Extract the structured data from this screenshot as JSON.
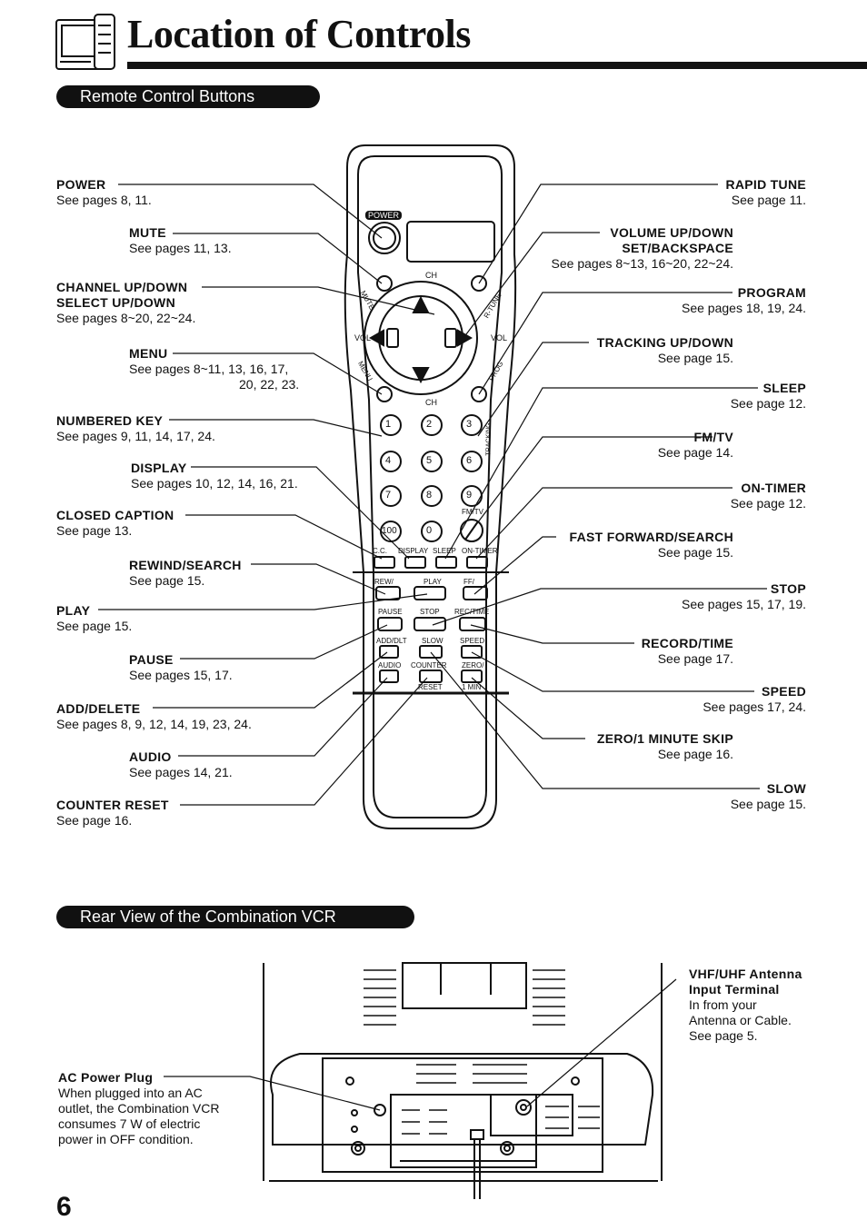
{
  "header": {
    "title": "Location of Controls"
  },
  "sections": {
    "remote": {
      "heading": "Remote Control Buttons"
    },
    "rear": {
      "heading": "Rear View of the Combination VCR"
    }
  },
  "remote_labels": {
    "power": {
      "name": "POWER",
      "ref": "See pages 8, 11."
    },
    "mute": {
      "name": "MUTE",
      "ref": "See pages 11, 13."
    },
    "channel": {
      "name1": "CHANNEL UP/DOWN",
      "name2": "SELECT UP/DOWN",
      "ref": "See pages 8~20, 22~24."
    },
    "menu": {
      "name": "MENU",
      "ref1": "See pages  8~11, 13, 16, 17,",
      "ref2": "20, 22, 23."
    },
    "numbered": {
      "name": "NUMBERED KEY",
      "ref": "See pages 9, 11, 14, 17, 24."
    },
    "display": {
      "name": "DISPLAY",
      "ref": "See pages 10, 12, 14, 16, 21."
    },
    "closed_caption": {
      "name": "CLOSED CAPTION",
      "ref": "See page 13."
    },
    "rewind": {
      "name": "REWIND/SEARCH",
      "ref": "See page 15."
    },
    "play": {
      "name": "PLAY",
      "ref": "See page 15."
    },
    "pause": {
      "name": "PAUSE",
      "ref": "See pages 15, 17."
    },
    "add_delete": {
      "name": "ADD/DELETE",
      "ref": "See pages 8, 9, 12, 14, 19, 23, 24."
    },
    "audio": {
      "name": "AUDIO",
      "ref": "See pages 14, 21."
    },
    "counter_reset": {
      "name": "COUNTER RESET",
      "ref": "See page 16."
    },
    "rapid_tune": {
      "name": "RAPID TUNE",
      "ref": "See page 11."
    },
    "volume": {
      "name1": "VOLUME UP/DOWN",
      "name2": "SET/BACKSPACE",
      "ref": "See pages 8~13, 16~20, 22~24."
    },
    "program": {
      "name": "PROGRAM",
      "ref": "See pages 18, 19, 24."
    },
    "tracking": {
      "name": "TRACKING UP/DOWN",
      "ref": "See page 15."
    },
    "sleep": {
      "name": "SLEEP",
      "ref": "See page 12."
    },
    "fmtv": {
      "name": "FM/TV",
      "ref": "See page 14."
    },
    "on_timer": {
      "name": "ON-TIMER",
      "ref": "See page 12."
    },
    "ffwd": {
      "name": "FAST FORWARD/SEARCH",
      "ref": "See page 15."
    },
    "stop": {
      "name": "STOP",
      "ref": "See pages 15, 17, 19."
    },
    "record": {
      "name": "RECORD/TIME",
      "ref": "See page 17."
    },
    "speed": {
      "name": "SPEED",
      "ref": "See pages 17, 24."
    },
    "zero": {
      "name": "ZERO/1 MINUTE SKIP",
      "ref": "See page 16."
    },
    "slow": {
      "name": "SLOW",
      "ref": "See page 15."
    }
  },
  "remote_text": {
    "power": "POWER",
    "ch": "CH",
    "vol": "VOL",
    "mute": "MUTE",
    "rtune": "R-TUNE",
    "menu": "MENU",
    "prog": "PROG",
    "tracking": "TRACKING",
    "fmtv": "FM/TV",
    "num": [
      "1",
      "2",
      "3",
      "4",
      "5",
      "6",
      "7",
      "8",
      "9",
      "100",
      "0"
    ],
    "row1": [
      "C.C.",
      "DISPLAY",
      "SLEEP",
      "ON-TIMER"
    ],
    "row2": [
      "REW/",
      "PLAY",
      "FF/"
    ],
    "row3": [
      "PAUSE",
      "STOP",
      "REC/TIME"
    ],
    "row4": [
      "ADD/DLT",
      "SLOW",
      "SPEED"
    ],
    "row5": [
      "AUDIO",
      "COUNTER",
      "ZERO/"
    ],
    "row6": [
      "RESET",
      "1 MIN"
    ]
  },
  "rear_labels": {
    "ac_power": {
      "name": "AC Power Plug",
      "desc": [
        "When plugged into an AC",
        "outlet, the Combination VCR",
        "consumes 7 W of electric",
        "power in OFF condition."
      ]
    },
    "antenna": {
      "name1": "VHF/UHF Antenna",
      "name2": "Input Terminal",
      "desc": [
        "In from your",
        "Antenna or Cable.",
        "See page 5."
      ]
    }
  },
  "footer": {
    "page_number": "6"
  }
}
